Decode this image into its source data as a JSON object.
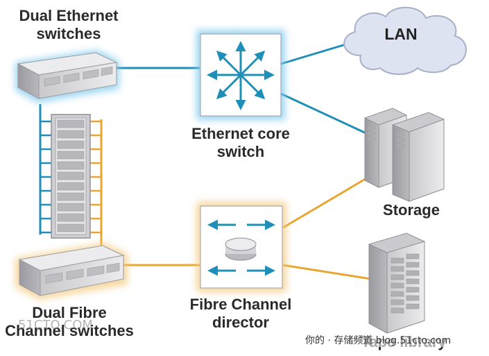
{
  "labels": {
    "eth_switches": [
      "Dual Ethernet",
      "switches"
    ],
    "core_switch": [
      "Ethernet core",
      "switch"
    ],
    "lan": "LAN",
    "storage": "Storage",
    "fc_switches": [
      "Dual Fibre",
      "Channel switches"
    ],
    "director": [
      "Fibre Channel",
      "director"
    ],
    "tape": "Tape library"
  },
  "watermarks": {
    "left": "51CTO.COM",
    "right": "你的 · 存储频道 blog.51cto.com"
  },
  "colors": {
    "ethernet_link": "#1f8fb8",
    "fibre_link": "#e8a630",
    "eth_glow": "#7ec9ee",
    "fc_glow": "#f2c87a",
    "device_gray": "#d9d9dc",
    "cloud": "#dde3f1"
  }
}
